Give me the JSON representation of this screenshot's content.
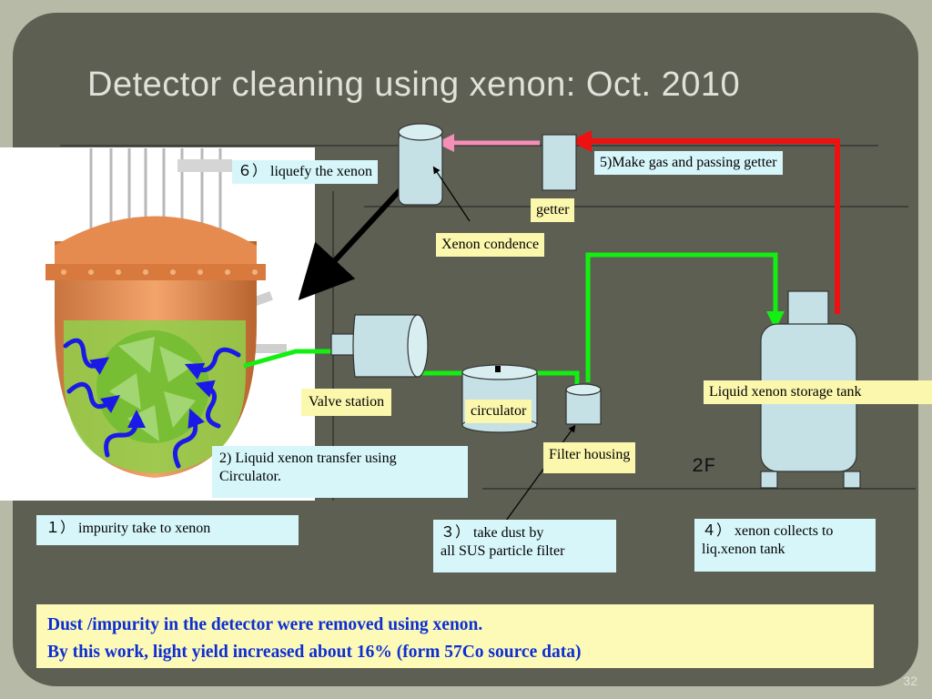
{
  "slide": {
    "title": "Detector cleaning using xenon: Oct. 2010",
    "slide_number": "32"
  },
  "labels": {
    "liquefy": "６） liquefy the xenon",
    "getter_flow": "5)Make gas and passing getter",
    "getter": "getter",
    "xenon_condence": "Xenon condence",
    "valve_station": "Valve station",
    "circulator": "circulator",
    "filter_housing": "Filter housing",
    "storage_tank": "Liquid xenon storage  tank",
    "floor": "2F",
    "transfer_line1": "2) Liquid xenon transfer using",
    "transfer_line2": "Circulator.",
    "impurity": "１） impurity take to xenon",
    "dust_line1": "３） take dust by",
    "dust_line2": "all SUS particle filter",
    "collects_line1": "４） xenon collects to",
    "collects_line2": "liq.xenon tank"
  },
  "summary": {
    "line1": "Dust /impurity in the detector were removed using xenon.",
    "line2": "By this work, light yield increased about 16% (form 57Co source data)"
  },
  "colors": {
    "green_line": "#13ef10",
    "red_line": "#ee1111",
    "pink_line": "#f58fb7",
    "component_fill": "#c5e1e5",
    "summary_text": "#0d2fd2"
  }
}
